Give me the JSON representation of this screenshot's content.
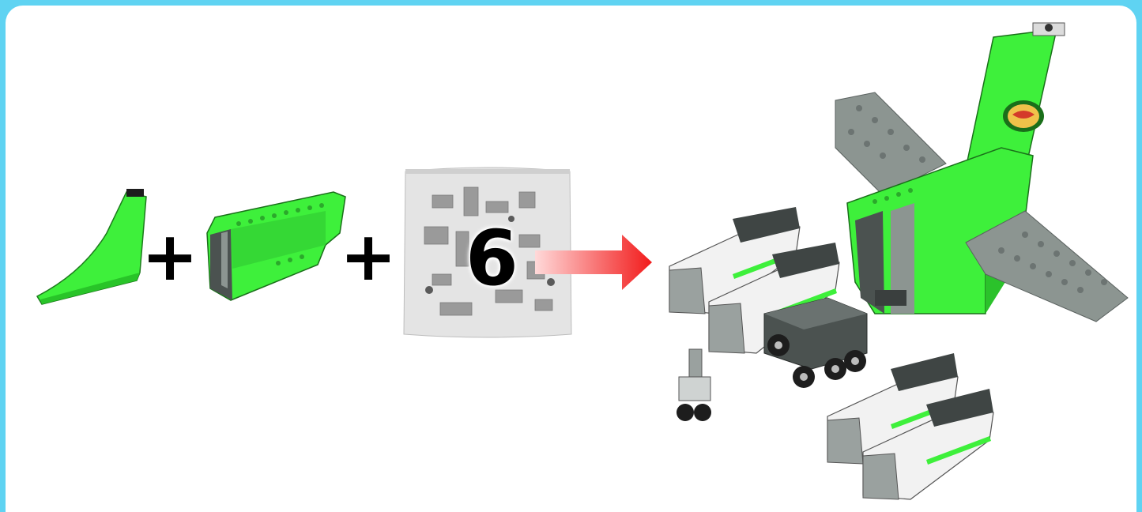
{
  "step": {
    "plus_1": "+",
    "plus_2": "+",
    "bag_number": "6"
  },
  "colors": {
    "frame": "#5fd3f2",
    "brick_green": "#3ef03b",
    "brick_gray": "#8c9591",
    "dark_gray": "#4b5250",
    "arrow_red": "#f21b1b"
  },
  "icons": {
    "tail_fin": "green-tail-fin-piece",
    "tail_section": "green-tail-section-assembly",
    "parts_bag": "parts-bag",
    "arrow": "right-arrow",
    "result": "airplane-tail-wings-engines-assembly"
  }
}
